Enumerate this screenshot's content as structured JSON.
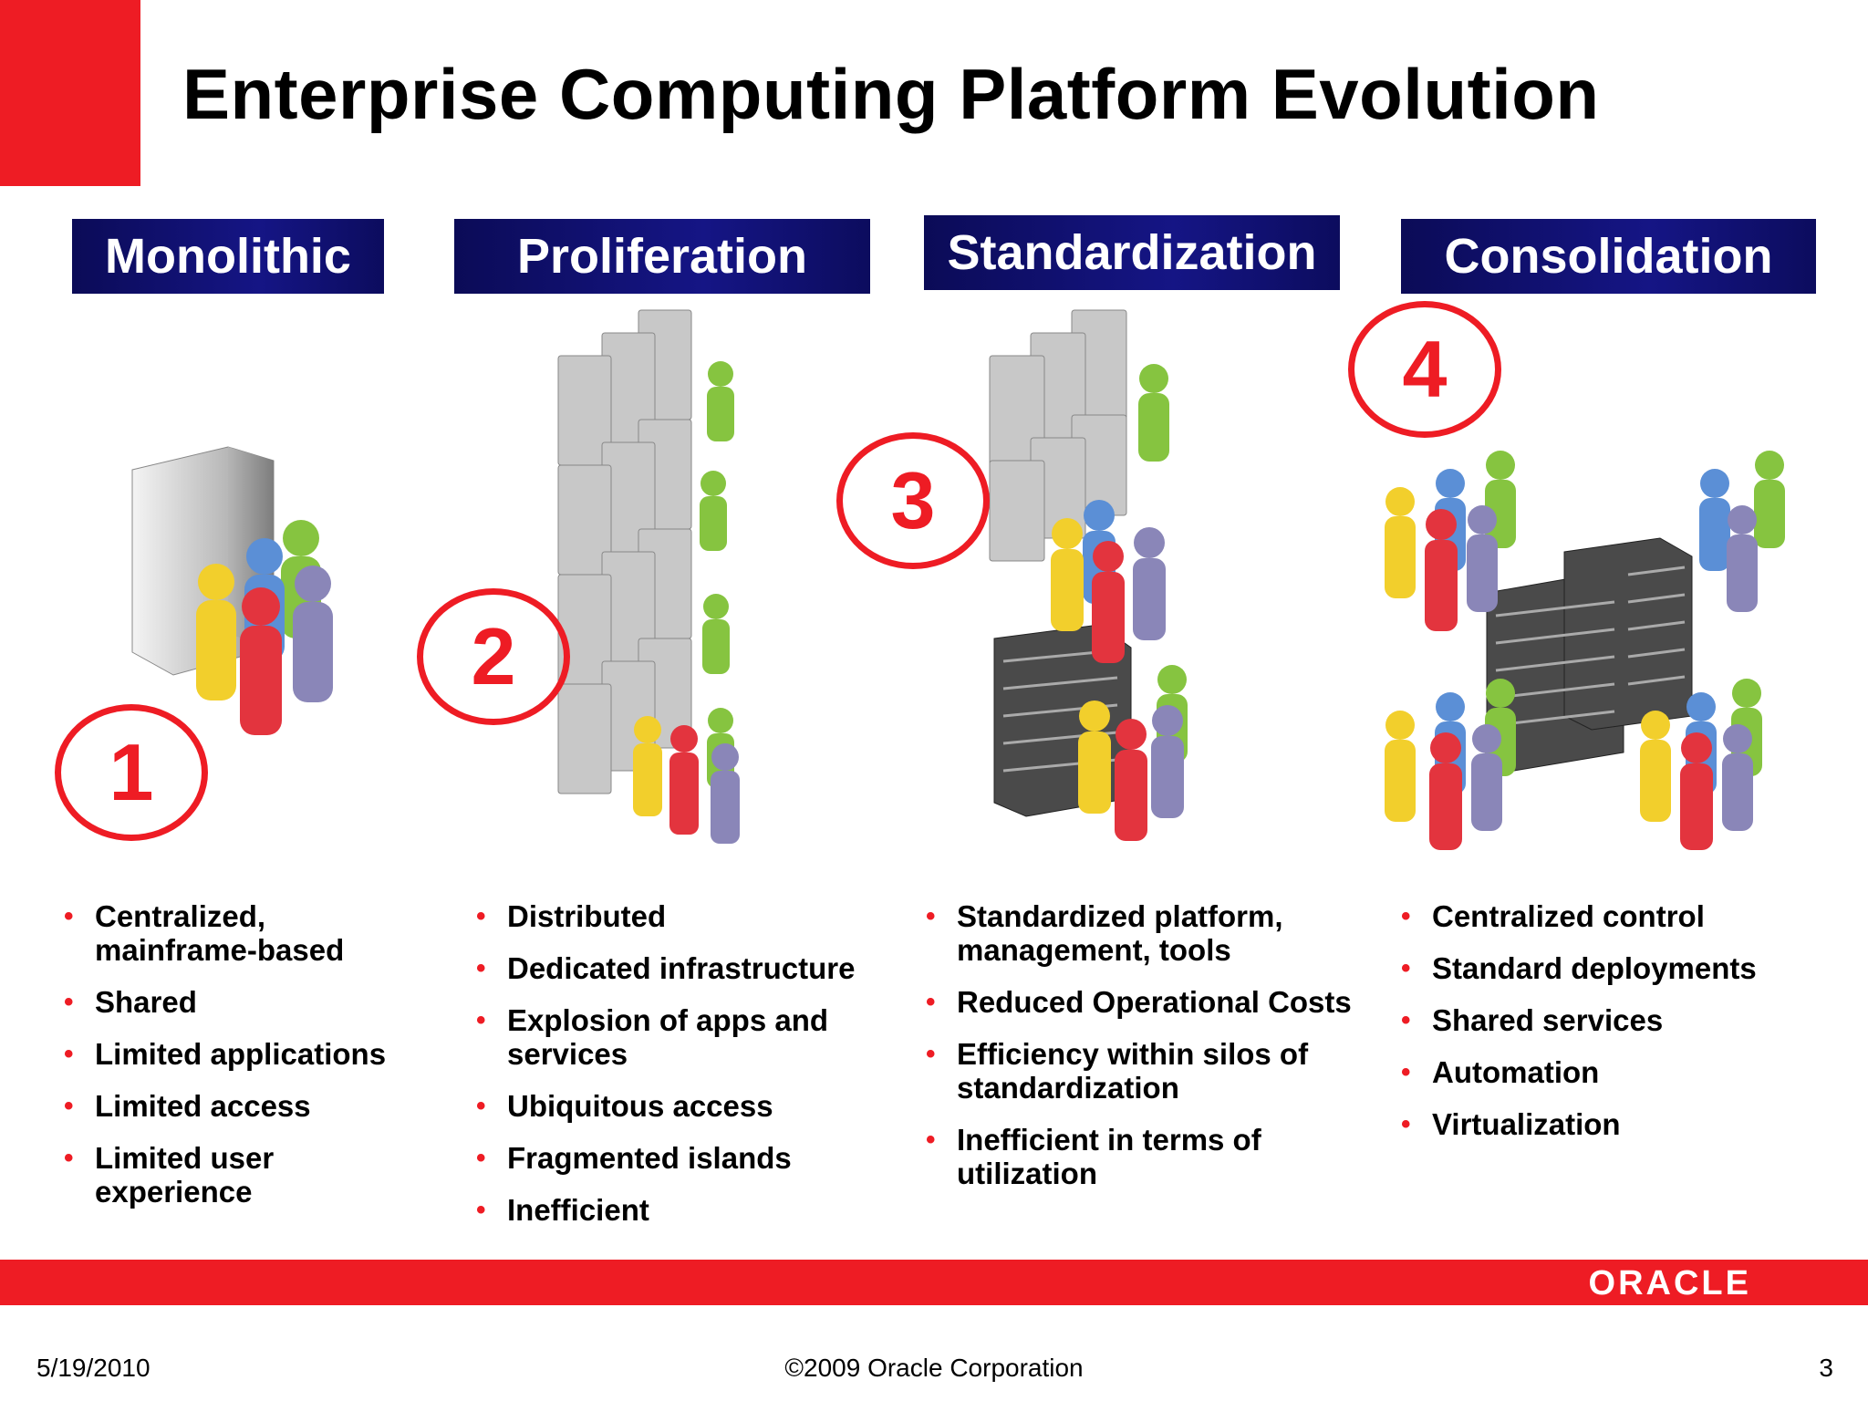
{
  "slide": {
    "title": "Enterprise Computing Platform Evolution"
  },
  "stages": [
    {
      "header": "Monolithic",
      "number": "1",
      "bullets": [
        "Centralized, mainframe-based",
        "Shared",
        "Limited applications",
        "Limited access",
        "Limited user experience"
      ]
    },
    {
      "header": "Proliferation",
      "number": "2",
      "bullets": [
        "Distributed",
        "Dedicated infrastructure",
        "Explosion of apps and services",
        "Ubiquitous access",
        "Fragmented islands",
        "Inefficient"
      ]
    },
    {
      "header": "Standardization",
      "number": "3",
      "bullets": [
        "Standardized platform, management, tools",
        "Reduced Operational Costs",
        "Efficiency within silos of standardization",
        "Inefficient in terms of utilization"
      ]
    },
    {
      "header": "Consolidation",
      "number": "4",
      "bullets": [
        "Centralized control",
        "Standard deployments",
        "Shared services",
        "Automation",
        "Virtualization"
      ]
    }
  ],
  "footer": {
    "date": "5/19/2010",
    "copyright": "©2009 Oracle Corporation",
    "page": "3",
    "logo": "ORACLE"
  },
  "colors": {
    "accent_red": "#ee1c24",
    "header_navy": "#0b0b57"
  }
}
